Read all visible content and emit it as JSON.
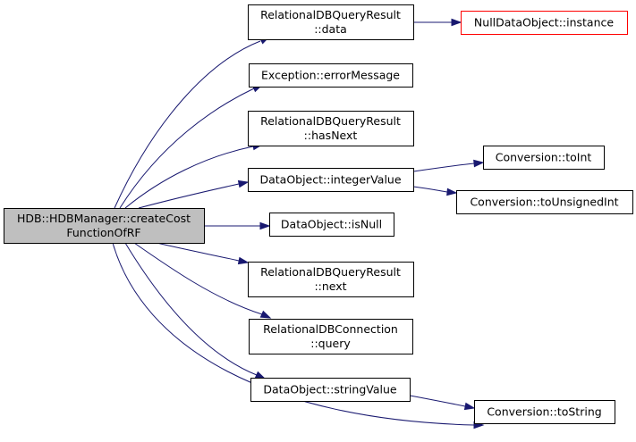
{
  "diagram": {
    "type": "call-graph",
    "root": {
      "id": "root",
      "lines": [
        "HDB::HDBManager::createCost",
        "FunctionOfRF"
      ]
    },
    "nodes": [
      {
        "id": "rdbqr_data",
        "lines": [
          "RelationalDBQueryResult",
          "::data"
        ]
      },
      {
        "id": "null_instance",
        "lines": [
          "NullDataObject::instance"
        ],
        "style": "red"
      },
      {
        "id": "exc_error",
        "lines": [
          "Exception::errorMessage"
        ]
      },
      {
        "id": "rdbqr_hasnext",
        "lines": [
          "RelationalDBQueryResult",
          "::hasNext"
        ]
      },
      {
        "id": "do_integer",
        "lines": [
          "DataObject::integerValue"
        ]
      },
      {
        "id": "conv_toint",
        "lines": [
          "Conversion::toInt"
        ]
      },
      {
        "id": "conv_tounsigned",
        "lines": [
          "Conversion::toUnsignedInt"
        ]
      },
      {
        "id": "do_isnull",
        "lines": [
          "DataObject::isNull"
        ]
      },
      {
        "id": "rdbqr_next",
        "lines": [
          "RelationalDBQueryResult",
          "::next"
        ]
      },
      {
        "id": "rdbc_query",
        "lines": [
          "RelationalDBConnection",
          "::query"
        ]
      },
      {
        "id": "do_string",
        "lines": [
          "DataObject::stringValue"
        ]
      },
      {
        "id": "conv_tostring",
        "lines": [
          "Conversion::toString"
        ]
      }
    ],
    "edges": [
      {
        "from": "root",
        "to": "rdbqr_data"
      },
      {
        "from": "root",
        "to": "exc_error"
      },
      {
        "from": "root",
        "to": "rdbqr_hasnext"
      },
      {
        "from": "root",
        "to": "do_integer"
      },
      {
        "from": "root",
        "to": "do_isnull"
      },
      {
        "from": "root",
        "to": "rdbqr_next"
      },
      {
        "from": "root",
        "to": "rdbc_query"
      },
      {
        "from": "root",
        "to": "do_string"
      },
      {
        "from": "root",
        "to": "conv_tostring"
      },
      {
        "from": "rdbqr_data",
        "to": "null_instance"
      },
      {
        "from": "do_integer",
        "to": "conv_toint"
      },
      {
        "from": "do_integer",
        "to": "conv_tounsigned"
      },
      {
        "from": "do_string",
        "to": "conv_tostring"
      }
    ],
    "colors": {
      "edge": "#191970",
      "root_fill": "#bfbfbf",
      "highlight_border": "#ff0000"
    }
  }
}
